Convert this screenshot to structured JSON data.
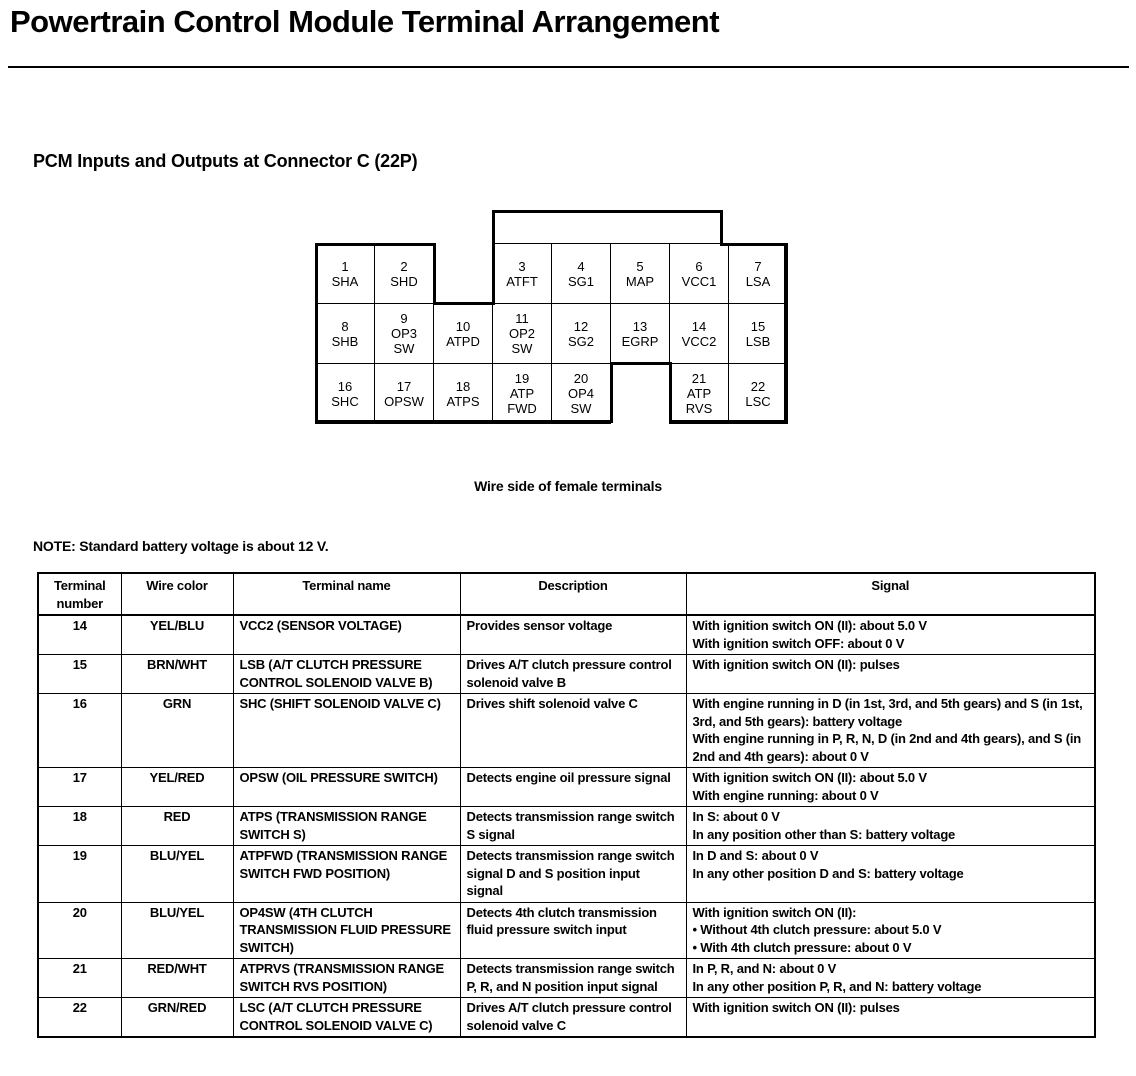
{
  "page": {
    "title": "Powertrain Control Module Terminal Arrangement",
    "section_heading": "PCM Inputs and Outputs at Connector C (22P)",
    "connector_caption": "Wire side of female terminals",
    "note": "NOTE: Standard battery voltage is about 12 V."
  },
  "connector": {
    "cells": [
      {
        "num": "1",
        "label": [
          "SHA"
        ]
      },
      {
        "num": "2",
        "label": [
          "SHD"
        ]
      },
      {
        "num": "3",
        "label": [
          "ATFT"
        ]
      },
      {
        "num": "4",
        "label": [
          "SG1"
        ]
      },
      {
        "num": "5",
        "label": [
          "MAP"
        ]
      },
      {
        "num": "6",
        "label": [
          "VCC1"
        ]
      },
      {
        "num": "7",
        "label": [
          "LSA"
        ]
      },
      {
        "num": "8",
        "label": [
          "SHB"
        ]
      },
      {
        "num": "9",
        "label": [
          "OP3",
          "SW"
        ]
      },
      {
        "num": "10",
        "label": [
          "ATPD"
        ]
      },
      {
        "num": "11",
        "label": [
          "OP2",
          "SW"
        ]
      },
      {
        "num": "12",
        "label": [
          "SG2"
        ]
      },
      {
        "num": "13",
        "label": [
          "EGRP"
        ]
      },
      {
        "num": "14",
        "label": [
          "VCC2"
        ]
      },
      {
        "num": "15",
        "label": [
          "LSB"
        ]
      },
      {
        "num": "16",
        "label": [
          "SHC"
        ]
      },
      {
        "num": "17",
        "label": [
          "OPSW"
        ]
      },
      {
        "num": "18",
        "label": [
          "ATPS"
        ]
      },
      {
        "num": "19",
        "label": [
          "ATP",
          "FWD"
        ]
      },
      {
        "num": "20",
        "label": [
          "OP4",
          "SW"
        ]
      },
      {
        "num": "21",
        "label": [
          "ATP",
          "RVS"
        ]
      },
      {
        "num": "22",
        "label": [
          "LSC"
        ]
      }
    ]
  },
  "table": {
    "headers": {
      "terminal": "Terminal\nnumber",
      "wire_color": "Wire color",
      "terminal_name": "Terminal name",
      "description": "Description",
      "signal": "Signal"
    },
    "rows": [
      {
        "terminal": "14",
        "wire_color": "YEL/BLU",
        "terminal_name": "VCC2 (SENSOR VOLTAGE)",
        "description": "Provides sensor voltage",
        "signal": "With ignition switch ON (II): about 5.0 V\nWith ignition switch OFF: about 0 V"
      },
      {
        "terminal": "15",
        "wire_color": "BRN/WHT",
        "terminal_name": "LSB (A/T CLUTCH PRESSURE CONTROL SOLENOID VALVE B)",
        "description": "Drives A/T clutch pressure control solenoid valve B",
        "signal": "With ignition switch ON (II): pulses"
      },
      {
        "terminal": "16",
        "wire_color": "GRN",
        "terminal_name": "SHC (SHIFT SOLENOID VALVE C)",
        "description": "Drives shift solenoid valve C",
        "signal": "With engine running in D (in 1st, 3rd, and 5th gears) and S (in 1st, 3rd, and 5th gears): battery voltage\nWith engine running in P, R, N, D (in 2nd and 4th gears), and S (in 2nd and 4th gears): about 0 V"
      },
      {
        "terminal": "17",
        "wire_color": "YEL/RED",
        "terminal_name": "OPSW (OIL PRESSURE SWITCH)",
        "description": "Detects engine oil pressure signal",
        "signal": "With ignition switch ON (II): about 5.0 V\nWith engine running: about 0 V"
      },
      {
        "terminal": "18",
        "wire_color": "RED",
        "terminal_name": "ATPS (TRANSMISSION RANGE SWITCH S)",
        "description": "Detects transmission range switch S signal",
        "signal": "In S: about 0 V\nIn any position other than S: battery voltage"
      },
      {
        "terminal": "19",
        "wire_color": "BLU/YEL",
        "terminal_name": "ATPFWD (TRANSMISSION RANGE SWITCH FWD POSITION)",
        "description": "Detects transmission range switch signal D and S position input signal",
        "signal": "In D and S: about 0 V\nIn any other position D and S: battery voltage"
      },
      {
        "terminal": "20",
        "wire_color": "BLU/YEL",
        "terminal_name": "OP4SW (4TH CLUTCH TRANSMISSION FLUID PRESSURE SWITCH)",
        "description": "Detects 4th clutch transmission fluid pressure switch input",
        "signal": "With ignition switch ON (II):\n• Without 4th clutch pressure: about 5.0 V\n• With 4th clutch pressure: about 0 V"
      },
      {
        "terminal": "21",
        "wire_color": "RED/WHT",
        "terminal_name": "ATPRVS (TRANSMISSION RANGE SWITCH RVS POSITION)",
        "description": "Detects transmission range switch P, R, and N position input signal",
        "signal": "In P, R, and N: about 0 V\nIn any other position P, R, and N: battery voltage"
      },
      {
        "terminal": "22",
        "wire_color": "GRN/RED",
        "terminal_name": "LSC (A/T CLUTCH PRESSURE CONTROL SOLENOID VALVE C)",
        "description": "Drives A/T clutch pressure control solenoid valve C",
        "signal": "With ignition switch ON (II): pulses"
      }
    ]
  }
}
